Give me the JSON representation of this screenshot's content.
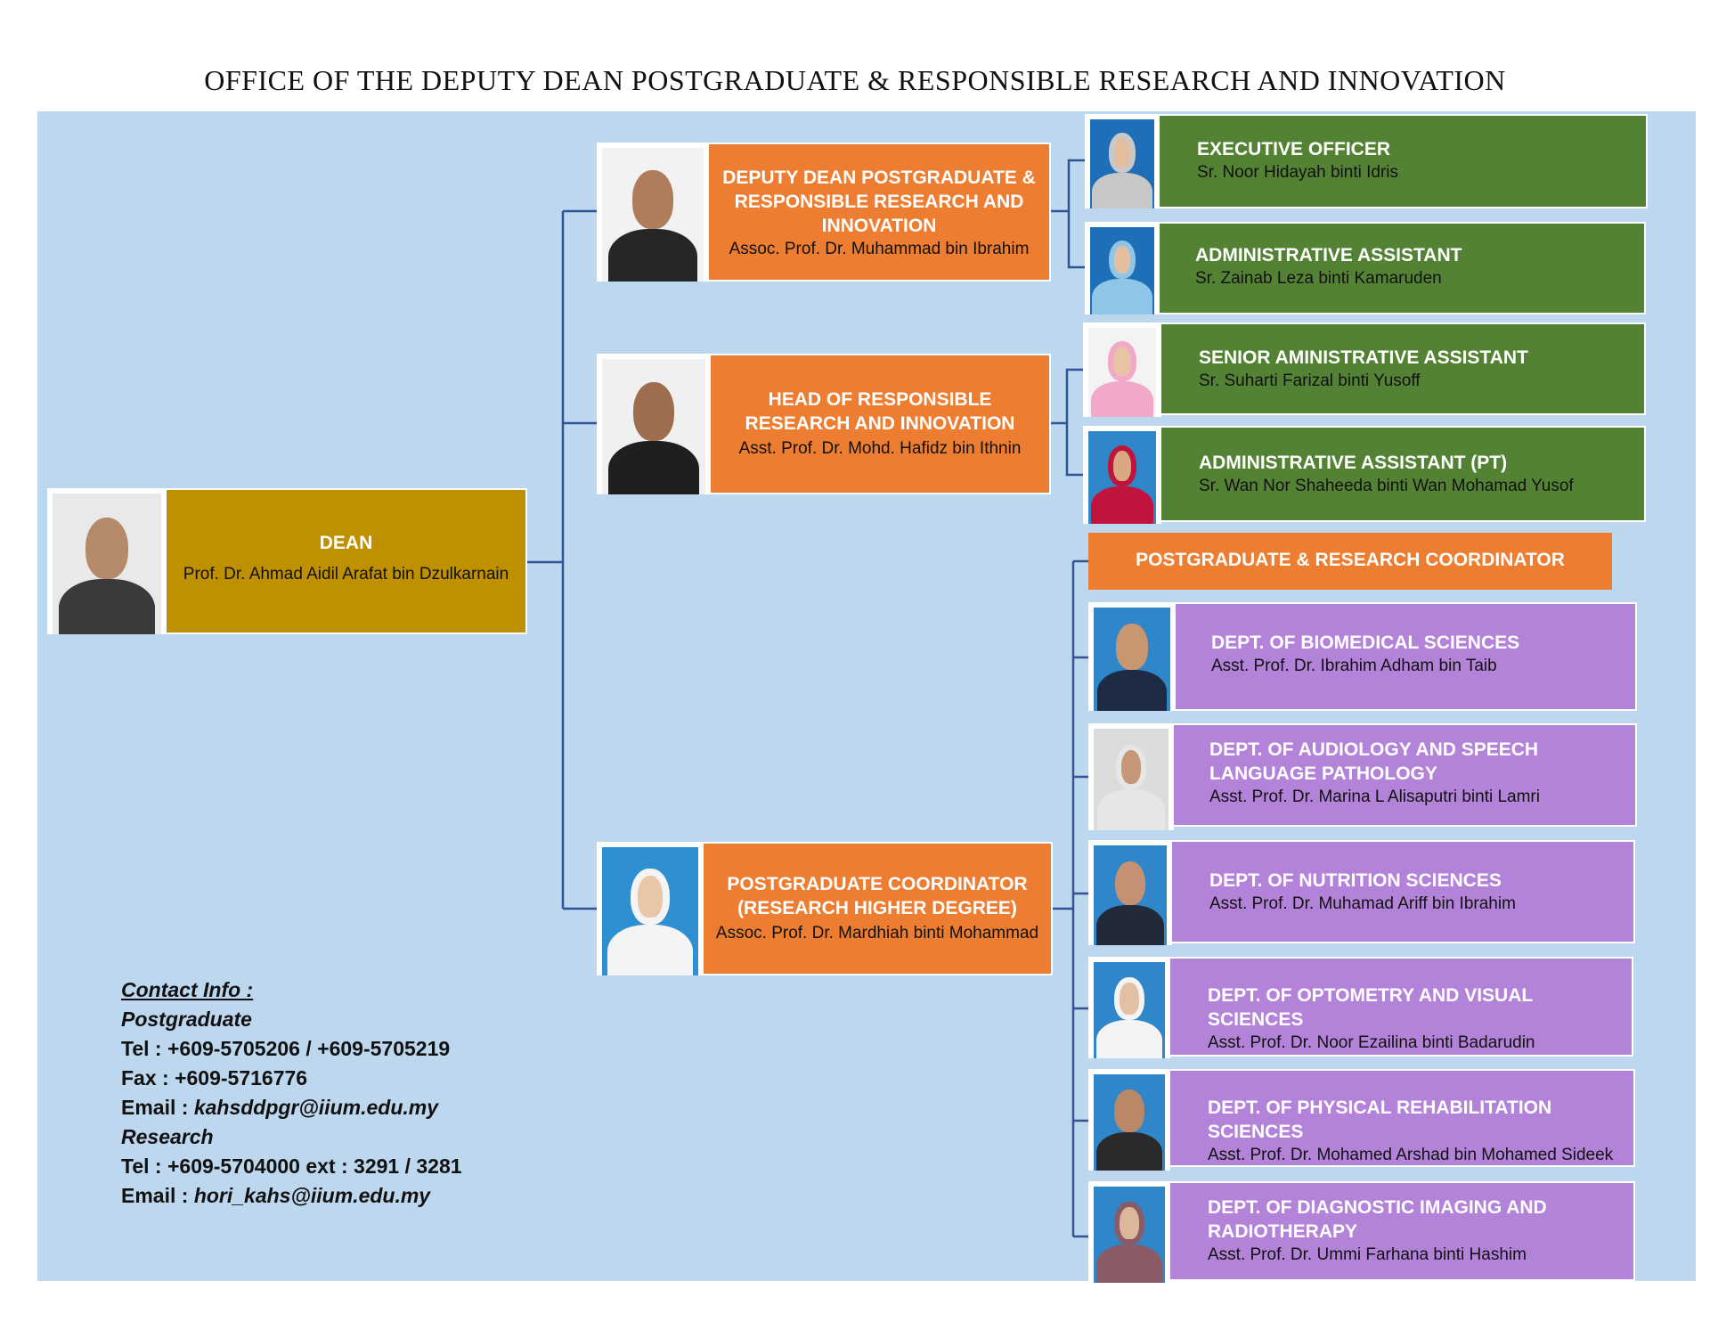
{
  "title": "OFFICE OF THE DEPUTY DEAN POSTGRADUATE & RESPONSIBLE RESEARCH AND INNOVATION",
  "colors": {
    "panel": "#bdd7ee",
    "orange": "#ed7d31",
    "green": "#548235",
    "purple": "#b383d9",
    "gold": "#bf9000",
    "line": "#2f5597"
  },
  "dean": {
    "title": "DEAN",
    "name": "Prof. Dr. Ahmad Aidil Arafat bin Dzulkarnain"
  },
  "deputy_dean": {
    "title": "DEPUTY DEAN POSTGRADUATE & RESPONSIBLE RESEARCH AND INNOVATION",
    "name": "Assoc. Prof. Dr. Muhammad bin Ibrahim"
  },
  "head_rri": {
    "title": "HEAD OF RESPONSIBLE RESEARCH AND INNOVATION",
    "name": "Asst. Prof. Dr. Mohd. Hafidz bin Ithnin"
  },
  "pg_coordinator": {
    "title": "POSTGRADUATE COORDINATOR (RESEARCH HIGHER DEGREE)",
    "name": "Assoc. Prof. Dr. Mardhiah binti Mohammad"
  },
  "staff": [
    {
      "title": "EXECUTIVE OFFICER",
      "name": "Sr. Noor Hidayah binti Idris"
    },
    {
      "title": "ADMINISTRATIVE ASSISTANT",
      "name": "Sr. Zainab Leza binti Kamaruden"
    },
    {
      "title": "SENIOR AMINISTRATIVE ASSISTANT",
      "name": "Sr. Suharti Farizal binti Yusoff"
    },
    {
      "title": "ADMINISTRATIVE ASSISTANT (PT)",
      "name": "Sr. Wan Nor Shaheeda binti Wan Mohamad Yusof"
    }
  ],
  "coordinator_header": "POSTGRADUATE & RESEARCH COORDINATOR",
  "departments": [
    {
      "title": "DEPT. OF BIOMEDICAL SCIENCES",
      "name": "Asst. Prof. Dr. Ibrahim Adham bin Taib"
    },
    {
      "title": "DEPT. OF AUDIOLOGY AND SPEECH LANGUAGE PATHOLOGY",
      "name": "Asst. Prof. Dr. Marina L Alisaputri binti Lamri"
    },
    {
      "title": "DEPT. OF NUTRITION SCIENCES",
      "name": "Asst. Prof. Dr. Muhamad Ariff bin Ibrahim"
    },
    {
      "title": "DEPT. OF OPTOMETRY AND VISUAL SCIENCES",
      "name": "Asst. Prof. Dr. Noor Ezailina binti Badarudin"
    },
    {
      "title": "DEPT. OF PHYSICAL REHABILITATION SCIENCES",
      "name": "Asst. Prof. Dr. Mohamed Arshad bin Mohamed Sideek"
    },
    {
      "title": "DEPT. OF DIAGNOSTIC IMAGING AND RADIOTHERAPY",
      "name": "Asst. Prof. Dr. Ummi Farhana binti Hashim"
    }
  ],
  "contact": {
    "heading": "Contact Info :",
    "pg_label": "Postgraduate",
    "pg_tel_label": "Tel : ",
    "pg_tel": "+609-5705206 / +609-5705219",
    "pg_fax_label": "Fax : ",
    "pg_fax": "+609-5716776",
    "pg_email_label": "Email : ",
    "pg_email": "kahsddpgr@iium.edu.my",
    "research_label": "Research",
    "r_tel_label": "Tel : ",
    "r_tel": "+609-5704000 ext : 3291 / 3281",
    "r_email_label": "Email : ",
    "r_email": "hori_kahs@iium.edu.my"
  }
}
